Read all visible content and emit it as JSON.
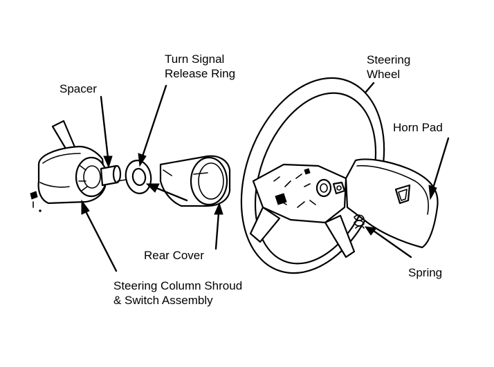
{
  "labels": {
    "turn_signal_line1": "Turn Signal",
    "turn_signal_line2": "Release Ring",
    "steering_wheel_line1": "Steering",
    "steering_wheel_line2": "Wheel",
    "spacer": "Spacer",
    "horn_pad": "Horn Pad",
    "rear_cover": "Rear Cover",
    "spring": "Spring",
    "shroud_line1": "Steering Column Shroud",
    "shroud_line2": "& Switch Assembly"
  },
  "colors": {
    "ink": "#000000",
    "paper": "#ffffff"
  }
}
